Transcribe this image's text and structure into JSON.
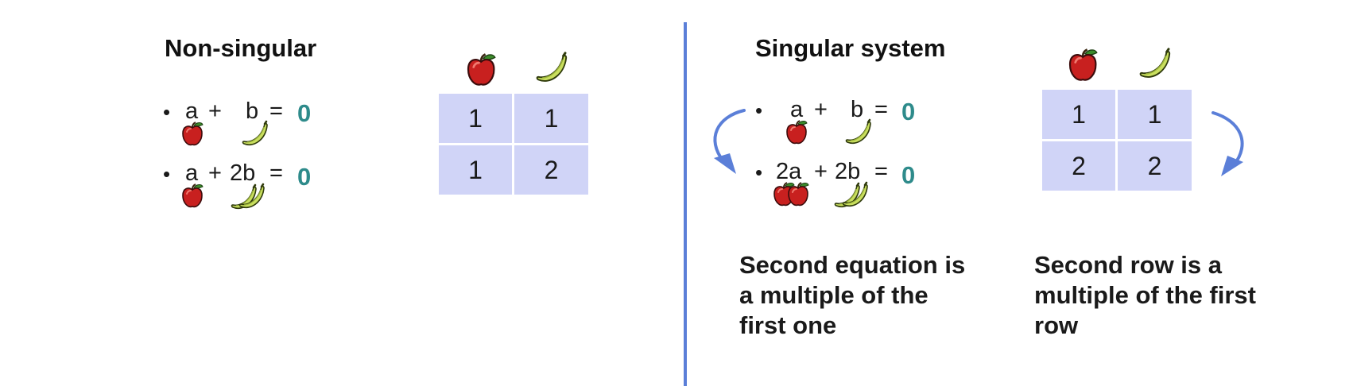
{
  "colors": {
    "accent_blue": "#5b7fd8",
    "zero_teal": "#2e8b8b",
    "cell_fill": "#d0d4f7",
    "apple_red": "#c8201f",
    "banana_yellow": "#c9df5e"
  },
  "left": {
    "heading": "Non-singular",
    "equations": [
      {
        "bullet": "•",
        "a_term": "a",
        "plus": "+",
        "b_term": "b",
        "equals": "=",
        "rhs": "0"
      },
      {
        "bullet": "•",
        "a_term": "a",
        "plus": "+",
        "b_term": "2b",
        "equals": "=",
        "rhs": "0"
      }
    ],
    "matrix": [
      [
        "1",
        "1"
      ],
      [
        "1",
        "2"
      ]
    ],
    "matrix_header_icons": [
      "apple-icon",
      "banana-icon"
    ]
  },
  "right": {
    "heading": "Singular system",
    "equations": [
      {
        "bullet": "•",
        "a_term": "a",
        "plus": "+",
        "b_term": "b",
        "equals": "=",
        "rhs": "0"
      },
      {
        "bullet": "•",
        "a_term": "2a",
        "plus": "+",
        "b_term": "2b",
        "equals": "=",
        "rhs": "0"
      }
    ],
    "matrix": [
      [
        "1",
        "1"
      ],
      [
        "2",
        "2"
      ]
    ],
    "matrix_header_icons": [
      "apple-icon",
      "banana-icon"
    ],
    "caption_equation": [
      "Second equation is",
      "a multiple of the",
      "first one"
    ],
    "caption_row": [
      "Second row is a",
      "multiple of the first",
      "row"
    ]
  }
}
